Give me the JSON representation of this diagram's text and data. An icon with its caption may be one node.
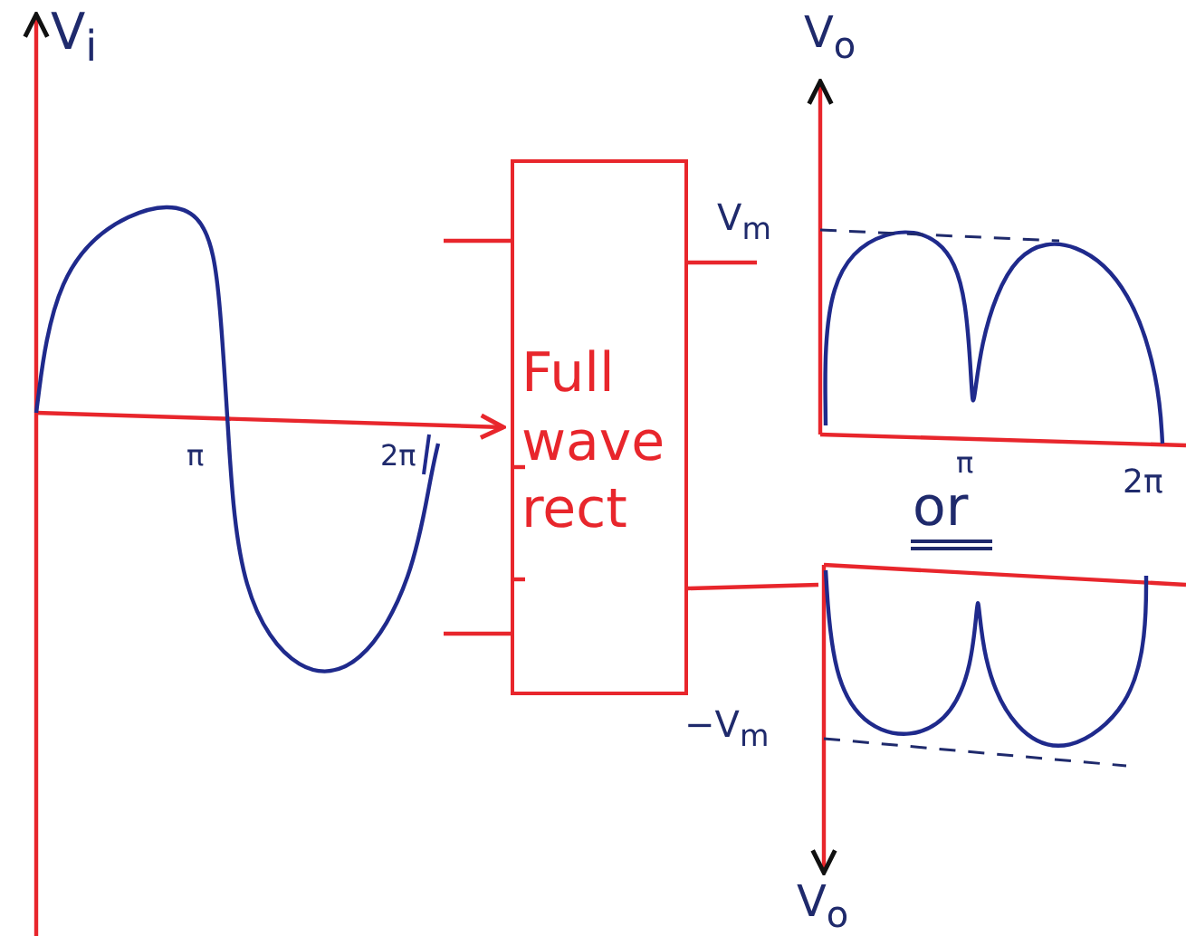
{
  "diagram": {
    "nodes": [
      {
        "text": [
          "Full wave rect"
        ]
      }
    ],
    "labels": [
      "V$_{i}$",
      "π",
      "2π",
      "V$_{o}$",
      "V$_{m}$",
      "π",
      "2π",
      "or",
      "−V$_{m}$",
      "V$_{o}$"
    ]
  }
}
